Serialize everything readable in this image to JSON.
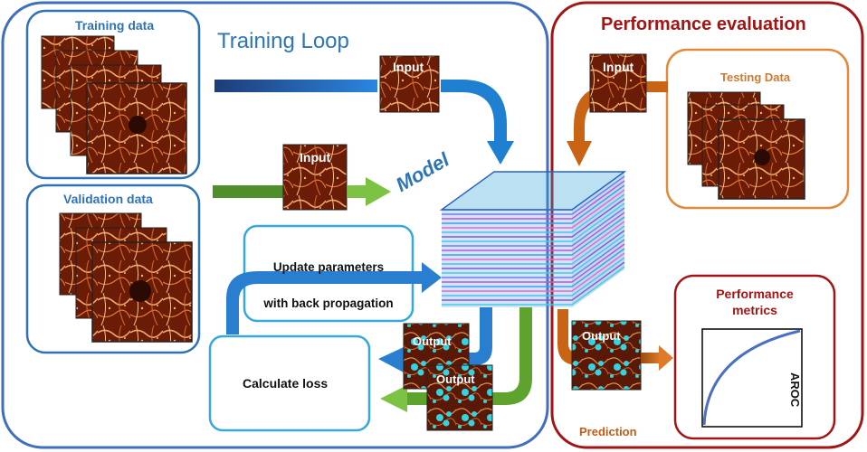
{
  "training_loop": {
    "title": "Training Loop",
    "training_data_label": "Training data",
    "validation_data_label": "Validation data",
    "model_label": "Model",
    "update_label_line1": "Update parameters",
    "update_label_line2": "with back propagation",
    "calculate_loss_label": "Calculate loss",
    "input_label_training": "Input",
    "input_label_validation": "Input",
    "output_label_1": "Output",
    "output_label_2": "Output"
  },
  "performance": {
    "title": "Performance evaluation",
    "testing_data_label": "Testing Data",
    "input_label": "Input",
    "output_label": "Output",
    "prediction_label": "Prediction",
    "metrics_label_line1": "Performance",
    "metrics_label_line2": "metrics",
    "aroc_label": "AROC"
  },
  "colors": {
    "loop_border": "#3f6fbf",
    "loop_title": "#2e75b6",
    "data_box_border": "#2f72b5",
    "light_box_border": "#35a9dd",
    "perf_border": "#a31515",
    "testing_border": "#e08b3c",
    "prediction_text": "#c55a11",
    "blue_arrow": "#1f7fd1",
    "green_arrow": "#4f8f2a",
    "orange_arrow": "#c86414",
    "oct_background": "#6a1c06",
    "oct_vessel": "#f2a86a",
    "segmentation": "#33d4e0",
    "curve": "#4a70c4"
  }
}
